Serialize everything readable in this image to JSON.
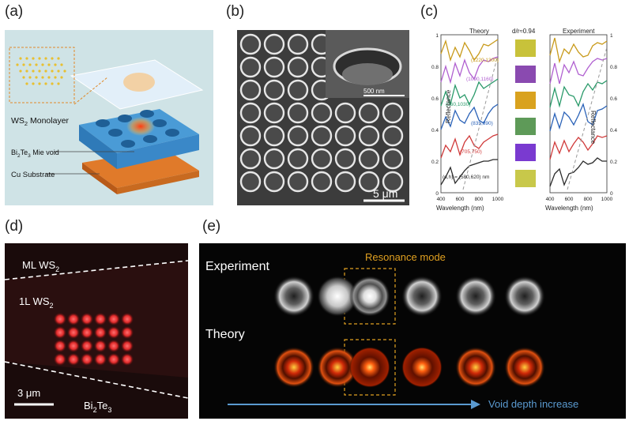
{
  "panels": {
    "a": {
      "label": "(a)",
      "labels": [
        "WS",
        "2",
        " Monolayer",
        "Bi",
        "2",
        "Te",
        "3",
        " Mie void",
        "Cu Substrate"
      ]
    },
    "b": {
      "label": "(b)",
      "inset_scale": "500 nm",
      "scale": "5 μm"
    },
    "c": {
      "label": "(c)",
      "theory_title": "Theory",
      "experiment_title": "Experiment",
      "ratio_label": "d/r≈0.94",
      "ylabel": "Reflectance",
      "xlabel": "Wavelength (nm)",
      "x_ticks": [
        "400",
        "600",
        "800",
        "1000"
      ],
      "y_ticks_left": [
        "0",
        "0.2",
        "0.4",
        "0.6",
        "0.8",
        "1"
      ],
      "y_ticks_right": [
        "0",
        "0.2",
        "0.4",
        "0.6",
        "0.8",
        "1"
      ],
      "annotations": [
        "(1220,1300)",
        "(1090,1160)",
        "(960,1030)",
        "(835,890)",
        "(705,750)",
        "(d,h) = (580,620) nm"
      ],
      "colors": [
        "#c89a1a",
        "#b060d0",
        "#2a9a6a",
        "#2a62b8",
        "#d03a3a",
        "#2a2a2a"
      ],
      "swatches": [
        "#c8c23a",
        "#8a4ab0",
        "#d9a21e",
        "#5e9a58",
        "#7a3ad0",
        "#c8c84a"
      ]
    },
    "d": {
      "label": "(d)",
      "ml": "ML WS",
      "ml_sub": "2",
      "one_l": "1L WS",
      "one_l_sub": "2",
      "bi": "Bi",
      "bi_sub1": "2",
      "te": "Te",
      "bi_sub2": "3",
      "scale": "3 μm"
    },
    "e": {
      "label": "(e)",
      "experiment": "Experiment",
      "theory": "Theory",
      "resonance": "Resonance mode",
      "arrow_text": "Void depth increase"
    }
  },
  "chart_data": {
    "type": "line",
    "title": "Theory",
    "xlabel": "Wavelength (nm)",
    "ylabel": "Reflectance",
    "xlim": [
      400,
      1000
    ],
    "ylim": [
      0,
      1
    ],
    "series": [
      {
        "name": "(1220,1300)",
        "x": [
          400,
          450,
          500,
          550,
          600,
          650,
          700,
          750,
          800,
          850,
          900,
          950,
          1000
        ],
        "values": [
          0.88,
          0.96,
          0.84,
          0.92,
          0.86,
          0.95,
          0.9,
          0.84,
          0.88,
          0.94,
          0.93,
          0.95,
          0.97
        ]
      },
      {
        "name": "(1090,1160)",
        "x": [
          400,
          450,
          500,
          550,
          600,
          650,
          700,
          750,
          800,
          850,
          900,
          950,
          1000
        ],
        "values": [
          0.7,
          0.8,
          0.7,
          0.82,
          0.74,
          0.84,
          0.76,
          0.72,
          0.8,
          0.84,
          0.83,
          0.85,
          0.86
        ]
      },
      {
        "name": "(960,1030)",
        "x": [
          400,
          450,
          500,
          550,
          600,
          650,
          700,
          750,
          800,
          850,
          900,
          950,
          1000
        ],
        "values": [
          0.55,
          0.64,
          0.56,
          0.68,
          0.6,
          0.62,
          0.56,
          0.62,
          0.7,
          0.66,
          0.68,
          0.7,
          0.72
        ]
      },
      {
        "name": "(835,890)",
        "x": [
          400,
          450,
          500,
          550,
          600,
          650,
          700,
          750,
          800,
          850,
          900,
          950,
          1000
        ],
        "values": [
          0.4,
          0.48,
          0.42,
          0.52,
          0.46,
          0.44,
          0.5,
          0.54,
          0.46,
          0.44,
          0.5,
          0.54,
          0.56
        ]
      },
      {
        "name": "(705,750)",
        "x": [
          400,
          450,
          500,
          550,
          600,
          650,
          700,
          750,
          800,
          850,
          900,
          950,
          1000
        ],
        "values": [
          0.22,
          0.3,
          0.26,
          0.34,
          0.24,
          0.32,
          0.36,
          0.3,
          0.28,
          0.32,
          0.34,
          0.36,
          0.37
        ]
      },
      {
        "name": "(d,h) = (580,620) nm",
        "x": [
          400,
          450,
          500,
          550,
          600,
          650,
          700,
          750,
          800,
          850,
          900,
          950,
          1000
        ],
        "values": [
          0.05,
          0.1,
          0.16,
          0.06,
          0.1,
          0.14,
          0.17,
          0.18,
          0.19,
          0.2,
          0.2,
          0.21,
          0.21
        ]
      }
    ]
  }
}
